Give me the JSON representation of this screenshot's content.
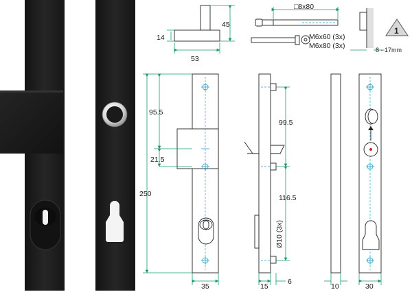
{
  "dims": {
    "cover_height": "45",
    "cover_depth": "14",
    "cover_width": "53",
    "screw_main": "□8x80",
    "screw_a": "M6x60 (3x)",
    "screw_b": "M6x80 (3x)",
    "door_thickness": "8 - 17mm",
    "class_number": "1",
    "handle_offset": "95.5",
    "handle_pin": "21.5",
    "total_height": "250",
    "plate_width": "35",
    "side_upper": "99.5",
    "side_lower": "116.5",
    "hole_diameter": "Ø10 (3x)",
    "side_depth": "15",
    "side_back": "6",
    "plate3_thickness": "10",
    "plate4_width": "30"
  },
  "colors": {
    "product_black": "#1c1c1c",
    "dimension_green": "#1a9a6a",
    "centerline_cyan": "#2aa0c8"
  }
}
